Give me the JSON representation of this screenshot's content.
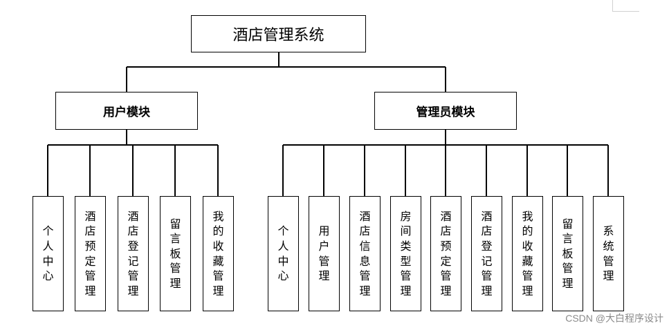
{
  "root": {
    "label": "酒店管理系统"
  },
  "modules": [
    {
      "label": "用户模块",
      "children": [
        "个人中心",
        "酒店预定管理",
        "酒店登记管理",
        "留言板管理",
        "我的收藏管理"
      ]
    },
    {
      "label": "管理员模块",
      "children": [
        "个人中心",
        "用户管理",
        "酒店信息管理",
        "房间类型管理",
        "酒店预定管理",
        "酒店登记管理",
        "我的收藏管理",
        "留言板管理",
        "系统管理"
      ]
    }
  ],
  "watermark": "CSDN @大白程序设计"
}
